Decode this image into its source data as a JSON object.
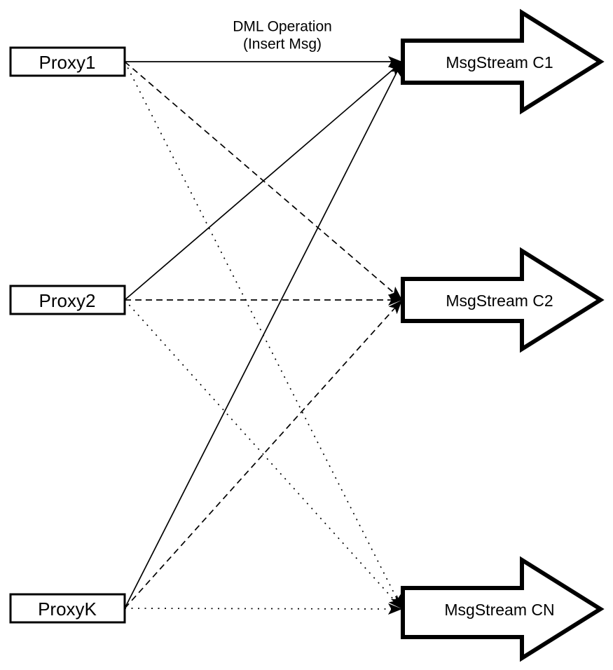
{
  "diagram": {
    "edge_label": {
      "line1": "DML Operation",
      "line2": "(Insert Msg)"
    },
    "proxies": [
      {
        "id": "proxy1",
        "label": "Proxy1"
      },
      {
        "id": "proxy2",
        "label": "Proxy2"
      },
      {
        "id": "proxyk",
        "label": "ProxyK"
      }
    ],
    "streams": [
      {
        "id": "c1",
        "label": "MsgStream C1"
      },
      {
        "id": "c2",
        "label": "MsgStream C2"
      },
      {
        "id": "cn",
        "label": "MsgStream CN"
      }
    ],
    "edges": [
      {
        "from": "proxy1",
        "to": "c1",
        "style": "solid",
        "label": "DML Operation (Insert Msg)"
      },
      {
        "from": "proxy1",
        "to": "c2",
        "style": "dashed",
        "label": ""
      },
      {
        "from": "proxy1",
        "to": "cn",
        "style": "dotted",
        "label": ""
      },
      {
        "from": "proxy2",
        "to": "c1",
        "style": "solid",
        "label": ""
      },
      {
        "from": "proxy2",
        "to": "c2",
        "style": "dashed",
        "label": ""
      },
      {
        "from": "proxy2",
        "to": "cn",
        "style": "dotted",
        "label": ""
      },
      {
        "from": "proxyk",
        "to": "c1",
        "style": "solid",
        "label": ""
      },
      {
        "from": "proxyk",
        "to": "c2",
        "style": "dashed",
        "label": ""
      },
      {
        "from": "proxyk",
        "to": "cn",
        "style": "dotted",
        "label": ""
      }
    ],
    "colors": {
      "stroke": "#000000",
      "shape_fill": "#ffffff",
      "background": "#ffffff"
    }
  }
}
